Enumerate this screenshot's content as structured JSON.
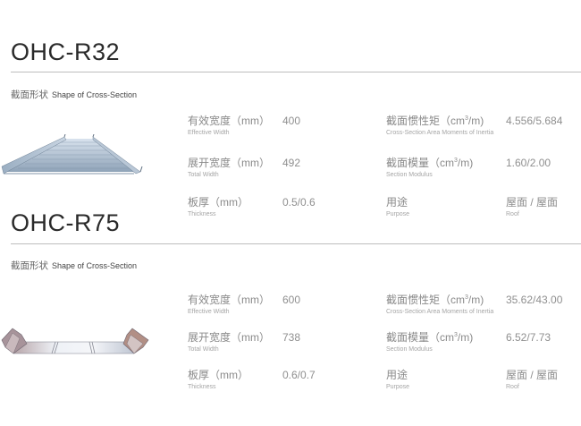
{
  "products": [
    {
      "model": "OHC-R32",
      "shape_label_cn": "截面形状",
      "shape_label_en": "Shape of Cross-Section",
      "image_icon": "r32-panel-profile-image",
      "specs_left": [
        {
          "label_cn": "有效宽度（mm）",
          "label_en": "Effective Width",
          "value": "400"
        },
        {
          "label_cn": "展开宽度（mm）",
          "label_en": "Total Width",
          "value": "492"
        },
        {
          "label_cn": "板厚（mm）",
          "label_en": "Thickness",
          "value": "0.5/0.6"
        }
      ],
      "specs_right": [
        {
          "label_cn_pre": "截面惯性矩（cm",
          "label_sup": "3",
          "label_cn_post": "/m)",
          "label_en": "Cross-Section Area Moments of Inertia",
          "value": "4.556/5.684"
        },
        {
          "label_cn_pre": "截面模量（cm",
          "label_sup": "3",
          "label_cn_post": "/m)",
          "label_en": "Section Modulus",
          "value": "1.60/2.00"
        },
        {
          "label_cn_pre": "用途",
          "label_sup": "",
          "label_cn_post": "",
          "label_en": "Purpose",
          "value": "屋面 / 屋面",
          "value_en": "Roof"
        }
      ]
    },
    {
      "model": "OHC-R75",
      "shape_label_cn": "截面形状",
      "shape_label_en": "Shape of Cross-Section",
      "image_icon": "r75-panel-profile-image",
      "specs_left": [
        {
          "label_cn": "有效宽度（mm）",
          "label_en": "Effective Width",
          "value": "600"
        },
        {
          "label_cn": "展开宽度（mm）",
          "label_en": "Total Width",
          "value": "738"
        },
        {
          "label_cn": "板厚（mm）",
          "label_en": "Thickness",
          "value": "0.6/0.7"
        }
      ],
      "specs_right": [
        {
          "label_cn_pre": "截面惯性矩（cm",
          "label_sup": "3",
          "label_cn_post": "/m)",
          "label_en": "Cross-Section Area Moments of Inertia",
          "value": "35.62/43.00"
        },
        {
          "label_cn_pre": "截面模量（cm",
          "label_sup": "3",
          "label_cn_post": "/m)",
          "label_en": "Section Modulus",
          "value": "6.52/7.73"
        },
        {
          "label_cn_pre": "用途",
          "label_sup": "",
          "label_cn_post": "",
          "label_en": "Purpose",
          "value": "屋面 / 屋面",
          "value_en": "Roof"
        }
      ]
    }
  ],
  "colors": {
    "title": "#2a2a2a",
    "divider": "#bdbdbd",
    "label": "#8a8a8a",
    "sublabel": "#a5a5a5"
  }
}
